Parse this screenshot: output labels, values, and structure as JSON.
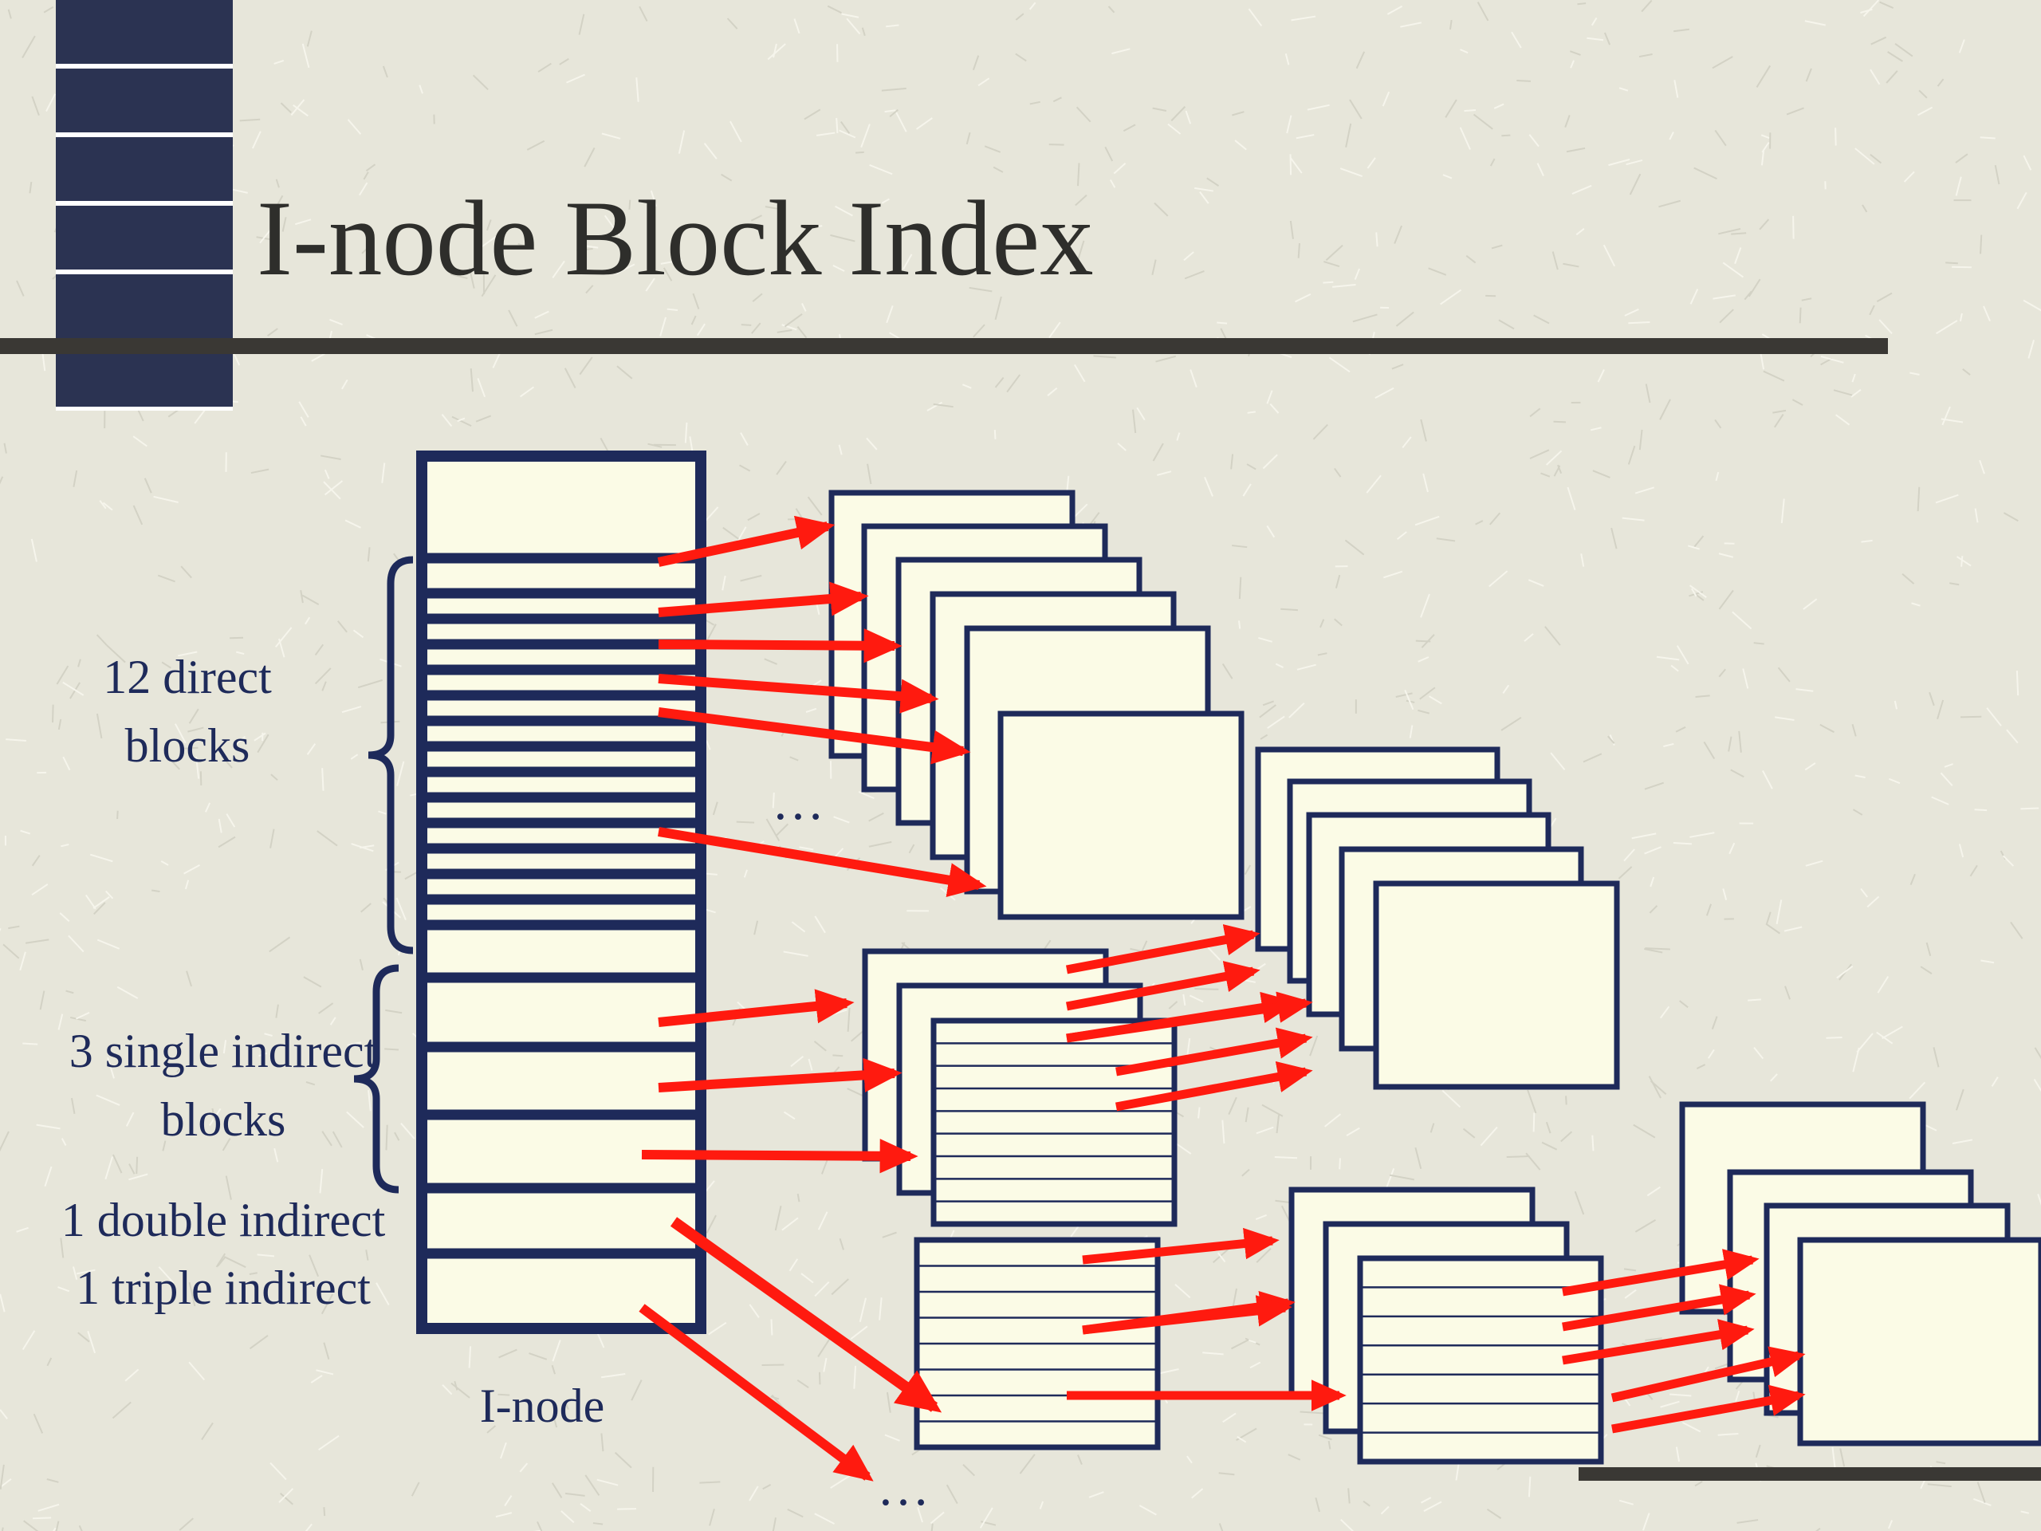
{
  "slide": {
    "title": "I-node Block Index"
  },
  "labels": {
    "direct": [
      "12 direct",
      "blocks"
    ],
    "single": [
      "3 single indirect",
      "blocks"
    ],
    "double": "1 double indirect",
    "triple": "1 triple indirect",
    "inode": "I-node",
    "ellipsis_top": "…",
    "ellipsis_bottom": "…"
  },
  "colors": {
    "background": "#e7e6da",
    "ink": "#1e2a5a",
    "block_fill": "#fbfbe6",
    "arrow": "#ff1a0f"
  }
}
